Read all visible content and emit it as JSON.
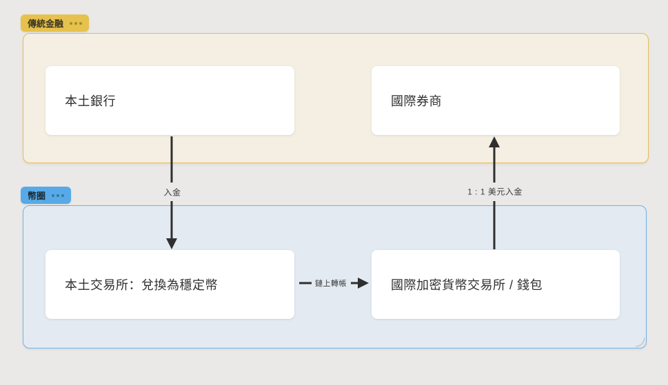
{
  "colors": {
    "page-bg": "#EAE9E7",
    "badge-yellow": "#E6C14D",
    "badge-yellow-dots": "#A8892F",
    "group-yellow-bg": "#F4EFE2",
    "group-yellow-border": "#E4BD55",
    "badge-blue": "#57AAE7",
    "badge-blue-dots": "#35789F",
    "group-blue-bg": "#E3EAF2",
    "group-blue-border": "#6FB3E8",
    "node-bg": "#FFFFFF",
    "node-text": "#2F2F2F",
    "arrow": "#2F2F2F",
    "edge-label-text": "#3A3A3A"
  },
  "groups": {
    "traditional": {
      "badge": {
        "label": "傳統金融"
      },
      "nodes": [
        {
          "label": "本土銀行"
        },
        {
          "label": "國際券商"
        }
      ]
    },
    "crypto": {
      "badge": {
        "label": "幣圈"
      },
      "nodes": [
        {
          "label": "本土交易所：兌換為穩定幣"
        },
        {
          "label": "國際加密貨幣交易所 / 錢包"
        }
      ]
    }
  },
  "edges": [
    {
      "label": "入金",
      "direction": "down",
      "from": "本土銀行",
      "to": "本土交易所：兌換為穩定幣"
    },
    {
      "label": "鏈上轉帳",
      "direction": "right",
      "from": "本土交易所：兌換為穩定幣",
      "to": "國際加密貨幣交易所 / 錢包"
    },
    {
      "label": "1 : 1 美元入金",
      "direction": "up",
      "from": "國際加密貨幣交易所 / 錢包",
      "to": "國際券商"
    }
  ]
}
